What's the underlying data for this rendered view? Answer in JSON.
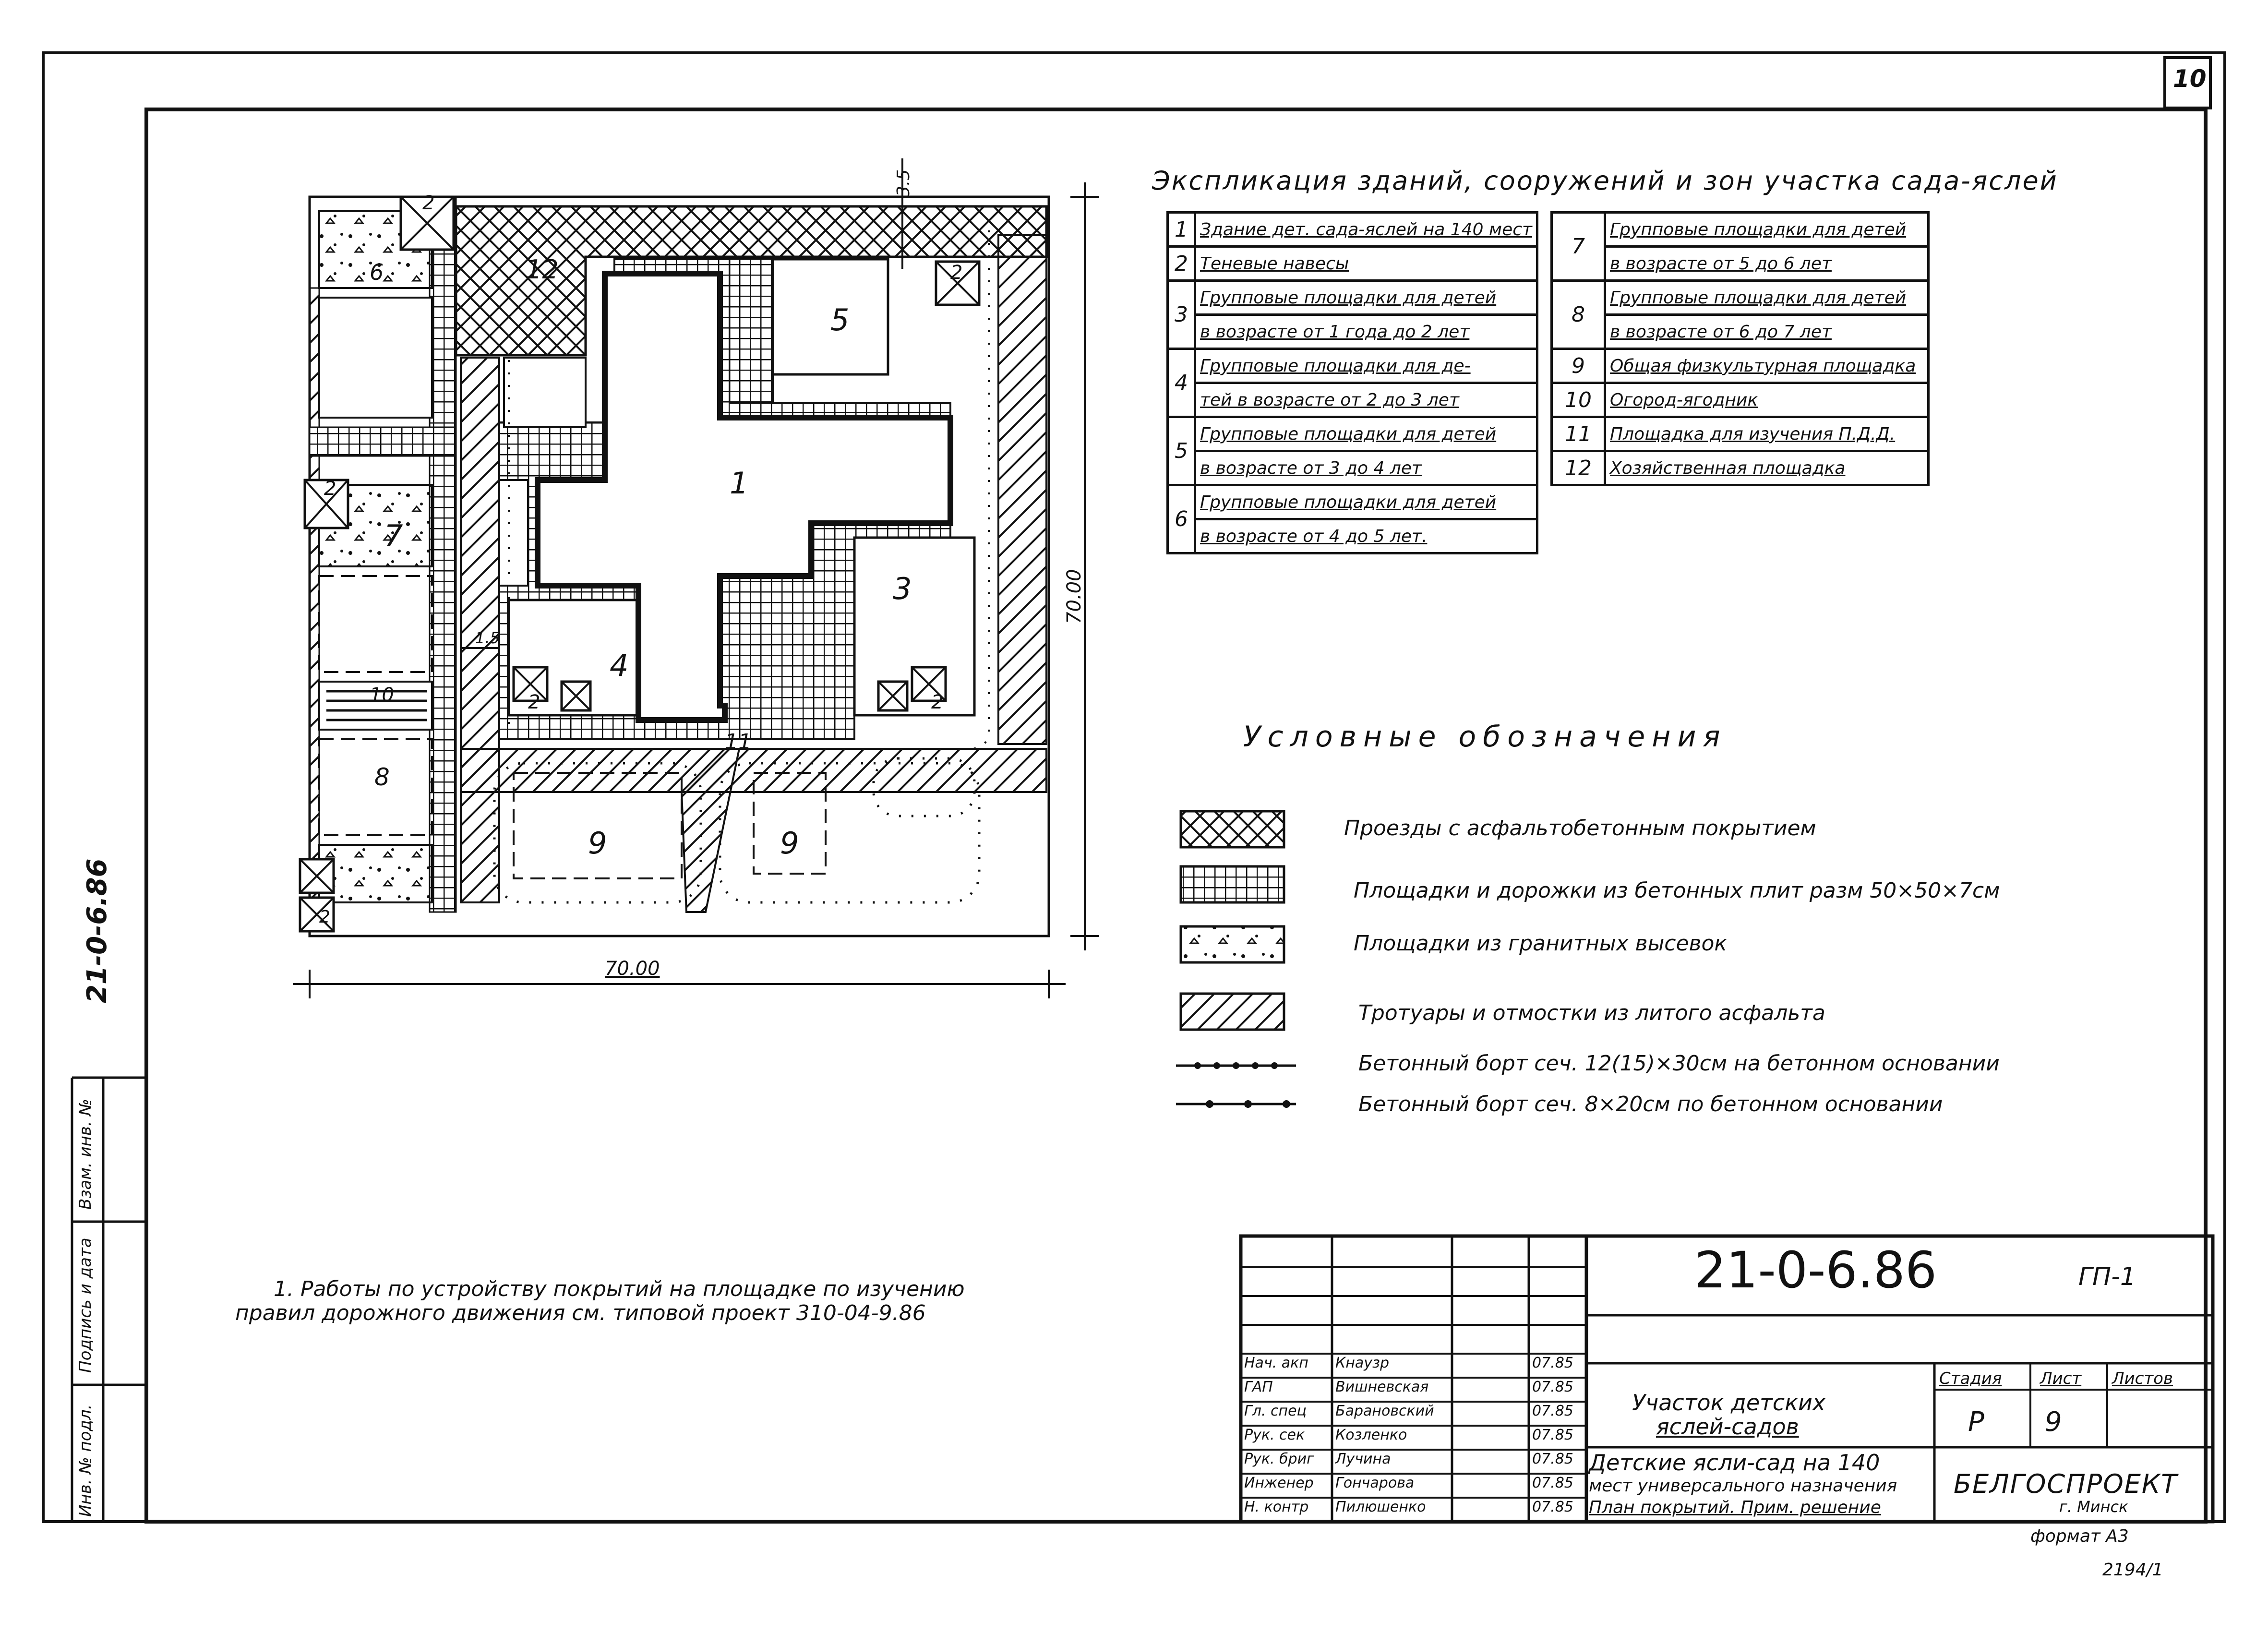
{
  "sheet": {
    "sheet_number": "10",
    "doc_code_side": "21-0-6.86",
    "bottom_format": "формат А3",
    "bottom_code": "2194/1"
  },
  "explication": {
    "title": "Экспликация зданий, сооружений и зон участка сада-яслей",
    "left_rows": [
      {
        "num": "1",
        "lines": [
          "Здание дет. сада-яслей на 140 мест"
        ]
      },
      {
        "num": "2",
        "lines": [
          "Теневые навесы"
        ]
      },
      {
        "num": "3",
        "lines": [
          "Групповые площадки для детей",
          "в возрасте от 1 года до 2 лет"
        ]
      },
      {
        "num": "4",
        "lines": [
          "Групповые площадки для де-",
          "тей в возрасте от 2 до 3 лет"
        ]
      },
      {
        "num": "5",
        "lines": [
          "Групповые площадки для детей",
          "в возрасте от 3 до 4 лет"
        ]
      },
      {
        "num": "6",
        "lines": [
          "Групповые площадки для детей",
          "в возрасте от 4 до 5 лет."
        ]
      }
    ],
    "right_rows": [
      {
        "num": "7",
        "lines": [
          "Групповые площадки для детей",
          "в возрасте от 5 до 6 лет"
        ]
      },
      {
        "num": "8",
        "lines": [
          "Групповые площадки для детей",
          "в возрасте от 6 до 7 лет"
        ]
      },
      {
        "num": "9",
        "lines": [
          "Общая физкультурная площадка"
        ]
      },
      {
        "num": "10",
        "lines": [
          "Огород-ягодник"
        ]
      },
      {
        "num": "11",
        "lines": [
          "Площадка для изучения П.Д.Д."
        ]
      },
      {
        "num": "12",
        "lines": [
          "Хозяйственная площадка"
        ]
      }
    ]
  },
  "legend": {
    "title": "Условные обозначения",
    "items": [
      {
        "pattern": "crosshatch",
        "label": "Проезды с асфальтобетонным покрытием"
      },
      {
        "pattern": "grid",
        "label": "Площадки и дорожки из бетонных плит разм 50×50×7см"
      },
      {
        "pattern": "dots",
        "label": "Площадки из гранитных высевок"
      },
      {
        "pattern": "diagonal",
        "label": "Тротуары и отмостки из литого асфальта"
      },
      {
        "pattern": "border-dense",
        "label": "Бетонный борт сеч. 12(15)×30см на бетонном основании"
      },
      {
        "pattern": "border-sparse",
        "label": "Бетонный борт сеч. 8×20см по бетонном основании"
      }
    ]
  },
  "plan": {
    "dim_width": "70.00",
    "dim_height": "70.00",
    "dim_small_top": "3.5",
    "dim_small_left": "1.5",
    "labels": [
      "1",
      "2",
      "3",
      "4",
      "5",
      "6",
      "7",
      "8",
      "9",
      "10",
      "11",
      "12"
    ]
  },
  "note": {
    "line1": "1. Работы по устройству покрытий на площадке по изучению",
    "line2": "правил дорожного движения см. типовой проект 310-04-9.86"
  },
  "stamp": {
    "code": "21-0-6.86",
    "sheet_mark": "ГП-1",
    "signatures": [
      {
        "role": "Нач. акп",
        "name": "Кнаузр",
        "date": "07.85"
      },
      {
        "role": "ГАП",
        "name": "Вишневская",
        "date": "07.85"
      },
      {
        "role": "Гл. спец",
        "name": "Барановский",
        "date": "07.85"
      },
      {
        "role": "Рук. сек",
        "name": "Козленко",
        "date": "07.85"
      },
      {
        "role": "Рук. бриг",
        "name": "Лучина",
        "date": "07.85"
      },
      {
        "role": "Инженер",
        "name": "Гончарова",
        "date": "07.85"
      },
      {
        "role": "Н. контр",
        "name": "Пилюшенко",
        "date": "07.85"
      }
    ],
    "site_title_line1": "Участок детских",
    "site_title_line2": "яслей-садов",
    "stage_header": "Стадия",
    "sheet_header": "Лист",
    "sheets_header": "Листов",
    "stage_value": "Р",
    "sheet_value": "9",
    "sheets_value": "",
    "desc_line1": "Детские ясли-сад на 140",
    "desc_line2": "мест универсального назначения",
    "desc_line3": "План покрытий. Прим. решение",
    "org_name": "БЕЛГОСПРОЕКТ",
    "org_city": "г. Минск"
  },
  "side_stamp": {
    "inv_no": "Инв. № подл.",
    "sign_date": "Подпись и дата",
    "replace_inv": "Взам. инв. №"
  }
}
